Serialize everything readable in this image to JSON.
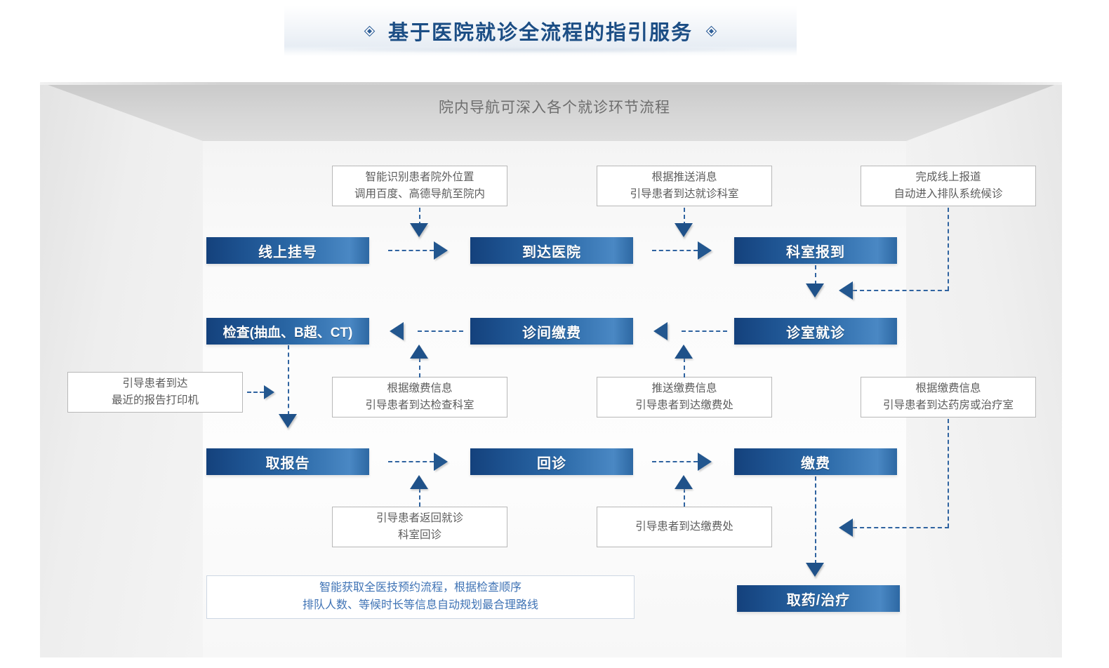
{
  "header": {
    "title": "基于医院就诊全流程的指引服务",
    "left_diamond_icon": "diamond-icon",
    "right_diamond_icon": "diamond-icon"
  },
  "frame": {
    "subtitle": "院内导航可深入各个就诊环节流程"
  },
  "chart_data": {
    "type": "diagram",
    "title": "基于医院就诊全流程的指引服务",
    "subtitle": "院内导航可深入各个就诊环节流程",
    "nodes": [
      {
        "id": "n1",
        "label": "线上挂号",
        "row": 1,
        "col": 1
      },
      {
        "id": "n2",
        "label": "到达医院",
        "row": 1,
        "col": 2
      },
      {
        "id": "n3",
        "label": "科室报到",
        "row": 1,
        "col": 3
      },
      {
        "id": "n4",
        "label": "检查(抽血、B超、CT)",
        "row": 2,
        "col": 1
      },
      {
        "id": "n5",
        "label": "诊间缴费",
        "row": 2,
        "col": 2
      },
      {
        "id": "n6",
        "label": "诊室就诊",
        "row": 2,
        "col": 3
      },
      {
        "id": "n7",
        "label": "取报告",
        "row": 3,
        "col": 1
      },
      {
        "id": "n8",
        "label": "回诊",
        "row": 3,
        "col": 2
      },
      {
        "id": "n9",
        "label": "缴费",
        "row": 3,
        "col": 3
      },
      {
        "id": "n10",
        "label": "取药/治疗",
        "row": 4,
        "col": 3
      }
    ],
    "edges": [
      {
        "from": "n1",
        "to": "n2",
        "dir": "right"
      },
      {
        "from": "n2",
        "to": "n3",
        "dir": "right"
      },
      {
        "from": "n3",
        "to": "n6",
        "dir": "down"
      },
      {
        "from": "n6",
        "to": "n5",
        "dir": "left"
      },
      {
        "from": "n5",
        "to": "n4",
        "dir": "left"
      },
      {
        "from": "n4",
        "to": "n7",
        "dir": "down"
      },
      {
        "from": "n7",
        "to": "n8",
        "dir": "right"
      },
      {
        "from": "n8",
        "to": "n9",
        "dir": "right"
      },
      {
        "from": "n9",
        "to": "n10",
        "dir": "down"
      }
    ],
    "annotations": [
      {
        "id": "a1",
        "target": "n2",
        "lines": [
          "智能识别患者院外位置",
          "调用百度、高德导航至院内"
        ],
        "style": "grey"
      },
      {
        "id": "a2",
        "target": "n3",
        "lines": [
          "根据推送消息",
          "引导患者到达就诊科室"
        ],
        "style": "grey"
      },
      {
        "id": "a3",
        "target": "n6",
        "lines": [
          "完成线上报道",
          "自动进入排队系统候诊"
        ],
        "style": "grey"
      },
      {
        "id": "a4",
        "target": "n7",
        "lines": [
          "引导患者到达",
          "最近的报告打印机"
        ],
        "style": "grey"
      },
      {
        "id": "a5",
        "target": "n4",
        "lines": [
          "根据缴费信息",
          "引导患者到达检查科室"
        ],
        "style": "grey"
      },
      {
        "id": "a6",
        "target": "n5",
        "lines": [
          "推送缴费信息",
          "引导患者到达缴费处"
        ],
        "style": "grey"
      },
      {
        "id": "a7",
        "target": "n10",
        "lines": [
          "根据缴费信息",
          "引导患者到达药房或治疗室"
        ],
        "style": "grey"
      },
      {
        "id": "a8",
        "target": "n8",
        "lines": [
          "引导患者返回就诊",
          "科室回诊"
        ],
        "style": "grey"
      },
      {
        "id": "a9",
        "target": "n9",
        "lines": [
          "引导患者到达缴费处"
        ],
        "style": "grey"
      },
      {
        "id": "a10",
        "target": "n7",
        "lines": [
          "智能获取全医技预约流程，根据检查顺序",
          "排队人数、等候时长等信息自动规划最合理路线"
        ],
        "style": "blue"
      }
    ],
    "colors": {
      "node_gradient_start": "#14417c",
      "node_gradient_end": "#4a88c4",
      "title_blue": "#1c4e85",
      "connector_blue": "#2f63a0",
      "note_border": "#b8b8b8",
      "note_text": "#5c5c5c",
      "blue_note_text": "#3f73b5",
      "panel_bg": "#fafafa"
    }
  },
  "nodes": {
    "n1": "线上挂号",
    "n2": "到达医院",
    "n3": "科室报到",
    "n4": "检查(抽血、B超、CT)",
    "n5": "诊间缴费",
    "n6": "诊室就诊",
    "n7": "取报告",
    "n8": "回诊",
    "n9": "缴费",
    "n10": "取药/治疗"
  },
  "notes": {
    "a1_l1": "智能识别患者院外位置",
    "a1_l2": "调用百度、高德导航至院内",
    "a2_l1": "根据推送消息",
    "a2_l2": "引导患者到达就诊科室",
    "a3_l1": "完成线上报道",
    "a3_l2": "自动进入排队系统候诊",
    "a4_l1": "引导患者到达",
    "a4_l2": "最近的报告打印机",
    "a5_l1": "根据缴费信息",
    "a5_l2": "引导患者到达检查科室",
    "a6_l1": "推送缴费信息",
    "a6_l2": "引导患者到达缴费处",
    "a7_l1": "根据缴费信息",
    "a7_l2": "引导患者到达药房或治疗室",
    "a8_l1": "引导患者返回就诊",
    "a8_l2": "科室回诊",
    "a9_l1": "引导患者到达缴费处",
    "a10_l1": "智能获取全医技预约流程，根据检查顺序",
    "a10_l2": "排队人数、等候时长等信息自动规划最合理路线"
  }
}
